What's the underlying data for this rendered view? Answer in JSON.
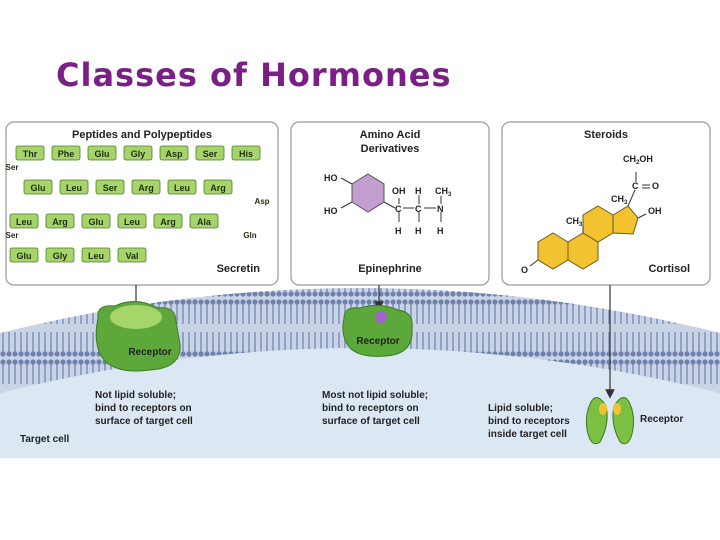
{
  "slide": {
    "title": "Classes of Hormones"
  },
  "colors": {
    "title": "#7a1f86",
    "amino_box": "#a6d46a",
    "receptor": "#5da83a",
    "membrane": "#9aa9c9",
    "cell": "#dce9f5",
    "steroid": "#f2c230",
    "ring": "#c39fd1"
  },
  "panels": {
    "peptides": {
      "heading": "Peptides and Polypeptides",
      "example": "Secretin",
      "rows": [
        [
          "Thr",
          "Phe",
          "Glu",
          "Gly",
          "Asp",
          "Ser",
          "His"
        ],
        [
          "Glu",
          "Leu",
          "Ser",
          "Arg",
          "Leu",
          "Arg"
        ],
        [
          "Leu",
          "Arg",
          "Glu",
          "Leu",
          "Arg",
          "Ala"
        ],
        [
          "Glu",
          "Gly",
          "Leu",
          "Val"
        ]
      ],
      "turns": [
        "Ser",
        "Asp",
        "Ser",
        "Gln"
      ]
    },
    "amino": {
      "heading1": "Amino Acid",
      "heading2": "Derivatives",
      "example": "Epinephrine",
      "atoms": {
        "ho": "HO",
        "oh": "OH",
        "h": "H",
        "c": "C",
        "n": "N",
        "ch3": "CH",
        "sub3": "3"
      }
    },
    "steroids": {
      "heading": "Steroids",
      "example": "Cortisol",
      "atoms": {
        "ch2oh": "CH",
        "ch2oh_sub": "2",
        "ch2oh_tail": "OH",
        "c": "C",
        "o": "O",
        "ch3": "CH",
        "sub3": "3",
        "oh": "OH"
      }
    }
  },
  "cell": {
    "label": "Target cell",
    "receptor_label": "Receptor",
    "notes": {
      "peptide": [
        "Not lipid soluble;",
        "bind to receptors on",
        "surface of target cell"
      ],
      "amino": [
        "Most not lipid soluble;",
        "bind to receptors on",
        "surface of target cell"
      ],
      "steroid": [
        "Lipid soluble;",
        "bind to receptors",
        "inside target cell"
      ]
    }
  }
}
